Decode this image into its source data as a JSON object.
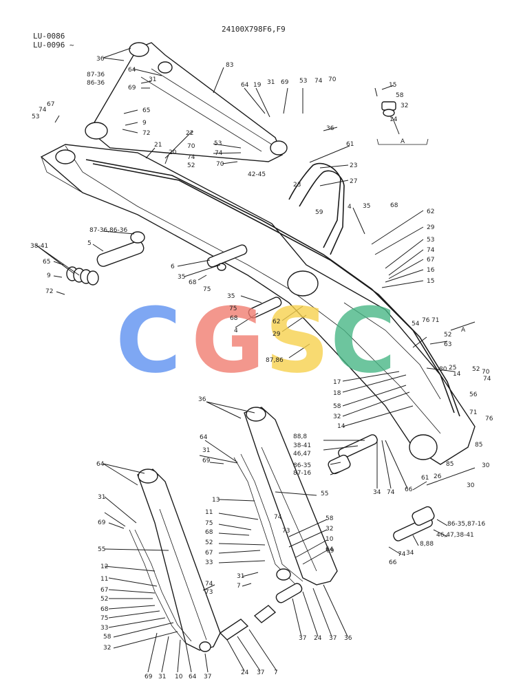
{
  "header": {
    "model_range": [
      "LU-0086",
      "LU-0096 ~"
    ],
    "drawing_code": "24100X798F6,F9"
  },
  "watermark": {
    "letters": [
      "C",
      "G",
      "S",
      "C"
    ],
    "colors": [
      "#5b8ff0",
      "#f07a6e",
      "#f7d04a",
      "#45b583"
    ]
  },
  "callouts": [
    "36",
    "64",
    "83",
    "31",
    "69",
    "87-36",
    "86-36",
    "67",
    "74",
    "53",
    "65",
    "9",
    "72",
    "22",
    "21",
    "20",
    "64",
    "19",
    "31",
    "69",
    "53",
    "74",
    "70",
    "36",
    "53",
    "74",
    "70",
    "70",
    "74",
    "52",
    "42-45",
    "61",
    "23",
    "23",
    "27",
    "15",
    "58",
    "32",
    "14",
    "A",
    "87-36,86-36",
    "38-41",
    "5",
    "65",
    "9",
    "72",
    "6",
    "35",
    "68",
    "75",
    "59",
    "4",
    "35",
    "68",
    "62",
    "29",
    "53",
    "74",
    "67",
    "16",
    "15",
    "35",
    "75",
    "68",
    "4",
    "62",
    "29",
    "87,86",
    "54",
    "76",
    "71",
    "A",
    "52",
    "63",
    "80",
    "25",
    "14",
    "52",
    "70",
    "74",
    "17",
    "18",
    "58",
    "32",
    "14",
    "56",
    "71",
    "76",
    "85",
    "85",
    "30",
    "30",
    "61",
    "26",
    "34",
    "74",
    "66",
    "88,8",
    "38-41",
    "46,47",
    "86-35",
    "87-16",
    "36",
    "64",
    "31",
    "69",
    "13",
    "55",
    "11",
    "75",
    "68",
    "52",
    "67",
    "33",
    "74",
    "73",
    "58",
    "32",
    "10",
    "64",
    "69",
    "31",
    "7",
    "37",
    "24",
    "37",
    "36",
    "64",
    "31",
    "69",
    "55",
    "12",
    "11",
    "67",
    "52",
    "68",
    "75",
    "33",
    "58",
    "32",
    "74",
    "73",
    "69",
    "31",
    "10",
    "64",
    "37",
    "24",
    "37",
    "7",
    "86-35,87-16",
    "46,47,38-41",
    "8,88",
    "34",
    "74",
    "66"
  ]
}
